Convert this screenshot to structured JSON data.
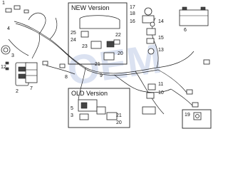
{
  "new_version_label": "NEW Version",
  "old_version_label": "OLD Version",
  "watermark": "OEM",
  "callouts": {
    "c1": "1",
    "c2": "2",
    "c3": "3",
    "c4": "4",
    "c5": "5",
    "c6": "6",
    "c7": "7",
    "c8": "8",
    "c9": "9",
    "c10": "10",
    "c11": "11",
    "c12": "12",
    "c13": "13",
    "c14": "14",
    "c15": "15",
    "c16": "16",
    "c17": "17",
    "c18": "18",
    "c19": "19",
    "c20a": "20",
    "c20b": "20",
    "c21a": "21",
    "c21b": "21",
    "c22": "22",
    "c23": "23",
    "c24": "24",
    "c25": "25"
  }
}
